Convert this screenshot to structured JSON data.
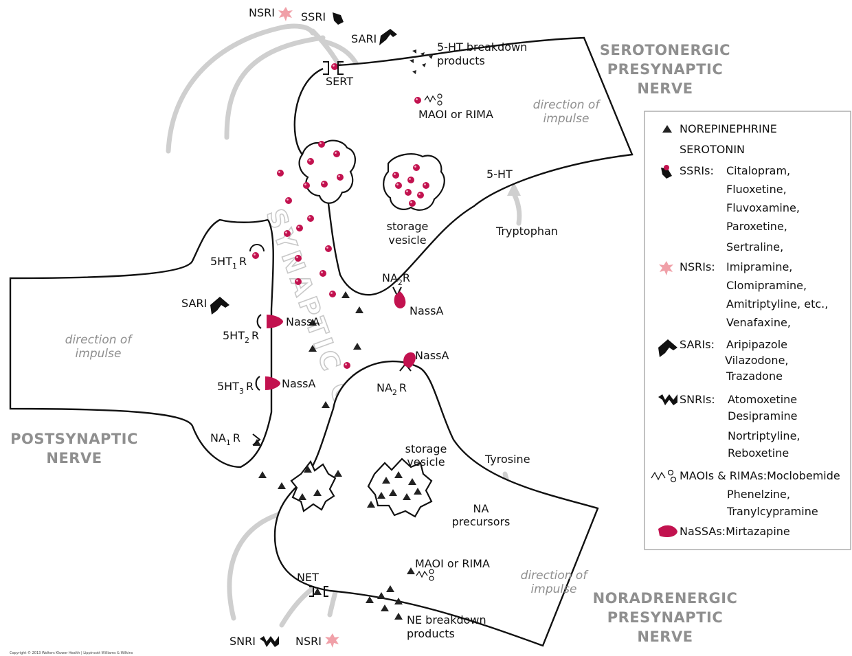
{
  "headings": {
    "serotonergic": [
      "SEROTONERGIC",
      "PRESYNAPTIC",
      "NERVE"
    ],
    "noradrenergic": [
      "NORADRENERGIC",
      "PRESYNAPTIC",
      "NERVE"
    ],
    "postsynaptic": [
      "POSTSYNAPTIC",
      "NERVE"
    ],
    "cleft": "SYNAPTIC CLEFT"
  },
  "direction": [
    "direction of",
    "impulse"
  ],
  "top": {
    "nsri": "NSRI",
    "ssri": "SSRI",
    "sari": "SARI",
    "breakdown": [
      "5-HT breakdown",
      "products"
    ],
    "sert": "SERT",
    "maoi": "MAOI or RIMA",
    "ht": "5-HT",
    "tryptophan": "Tryptophan",
    "vesicle": [
      "storage",
      "vesicle"
    ],
    "na2r": "NA",
    "na2r_sub": "2",
    "na2r_r": "R",
    "nassa": "NassA"
  },
  "post": {
    "r1": "5HT",
    "r1_sub": "1",
    "r2": "5HT",
    "r2_sub": "2",
    "r3": "5HT",
    "r3_sub": "3",
    "na1": "NA",
    "na1_sub": "1",
    "r_suffix": "R",
    "sari": "SARI",
    "nassa": "NassA"
  },
  "bottom": {
    "nassa": "NassA",
    "na2r": "NA",
    "na2r_sub": "2",
    "na2r_r": "R",
    "vesicle": [
      "storage",
      "vesicle"
    ],
    "tyrosine": "Tyrosine",
    "precursors": [
      "NA",
      "precursors"
    ],
    "maoi": "MAOI or RIMA",
    "net": "NET",
    "breakdown": [
      "NE breakdown",
      "products"
    ],
    "snri": "SNRI",
    "nsri": "NSRI"
  },
  "legend": {
    "norepinephrine": "NOREPINEPHRINE",
    "serotonin": "SEROTONIN",
    "classes": [
      {
        "name": "SSRIs:",
        "drugs": [
          "Citalopram,",
          "Fluoxetine,",
          "Fluvoxamine,",
          "Paroxetine,",
          "Sertraline,"
        ]
      },
      {
        "name": "NSRIs:",
        "drugs": [
          "Imipramine,",
          "Clomipramine,",
          "Amitriptyline, etc.,",
          "Venafaxine,"
        ]
      },
      {
        "name": "SARIs:",
        "drugs": [
          "Aripipazole",
          "Vilazodone,",
          "Trazadone"
        ]
      },
      {
        "name": "SNRIs:",
        "drugs": [
          "Atomoxetine",
          "Desipramine",
          "Nortriptyline,",
          "Reboxetine"
        ]
      },
      {
        "name": "MAOIs & RIMAs:",
        "drugs": [
          "Moclobemide",
          "Phenelzine,",
          "Tranylcypramine"
        ]
      },
      {
        "name": "NaSSAs:",
        "drugs": [
          "Mirtazapine"
        ]
      }
    ]
  },
  "copyright": "Copyright © 2013 Wolters Kluwer Health | Lippincott Williams & Wilkins",
  "colors": {
    "serotonin": "#c2124f",
    "nsri_star": "#f0a0a8",
    "gray_arrow": "#cfcfcf",
    "heading": "#8f8f8f"
  }
}
